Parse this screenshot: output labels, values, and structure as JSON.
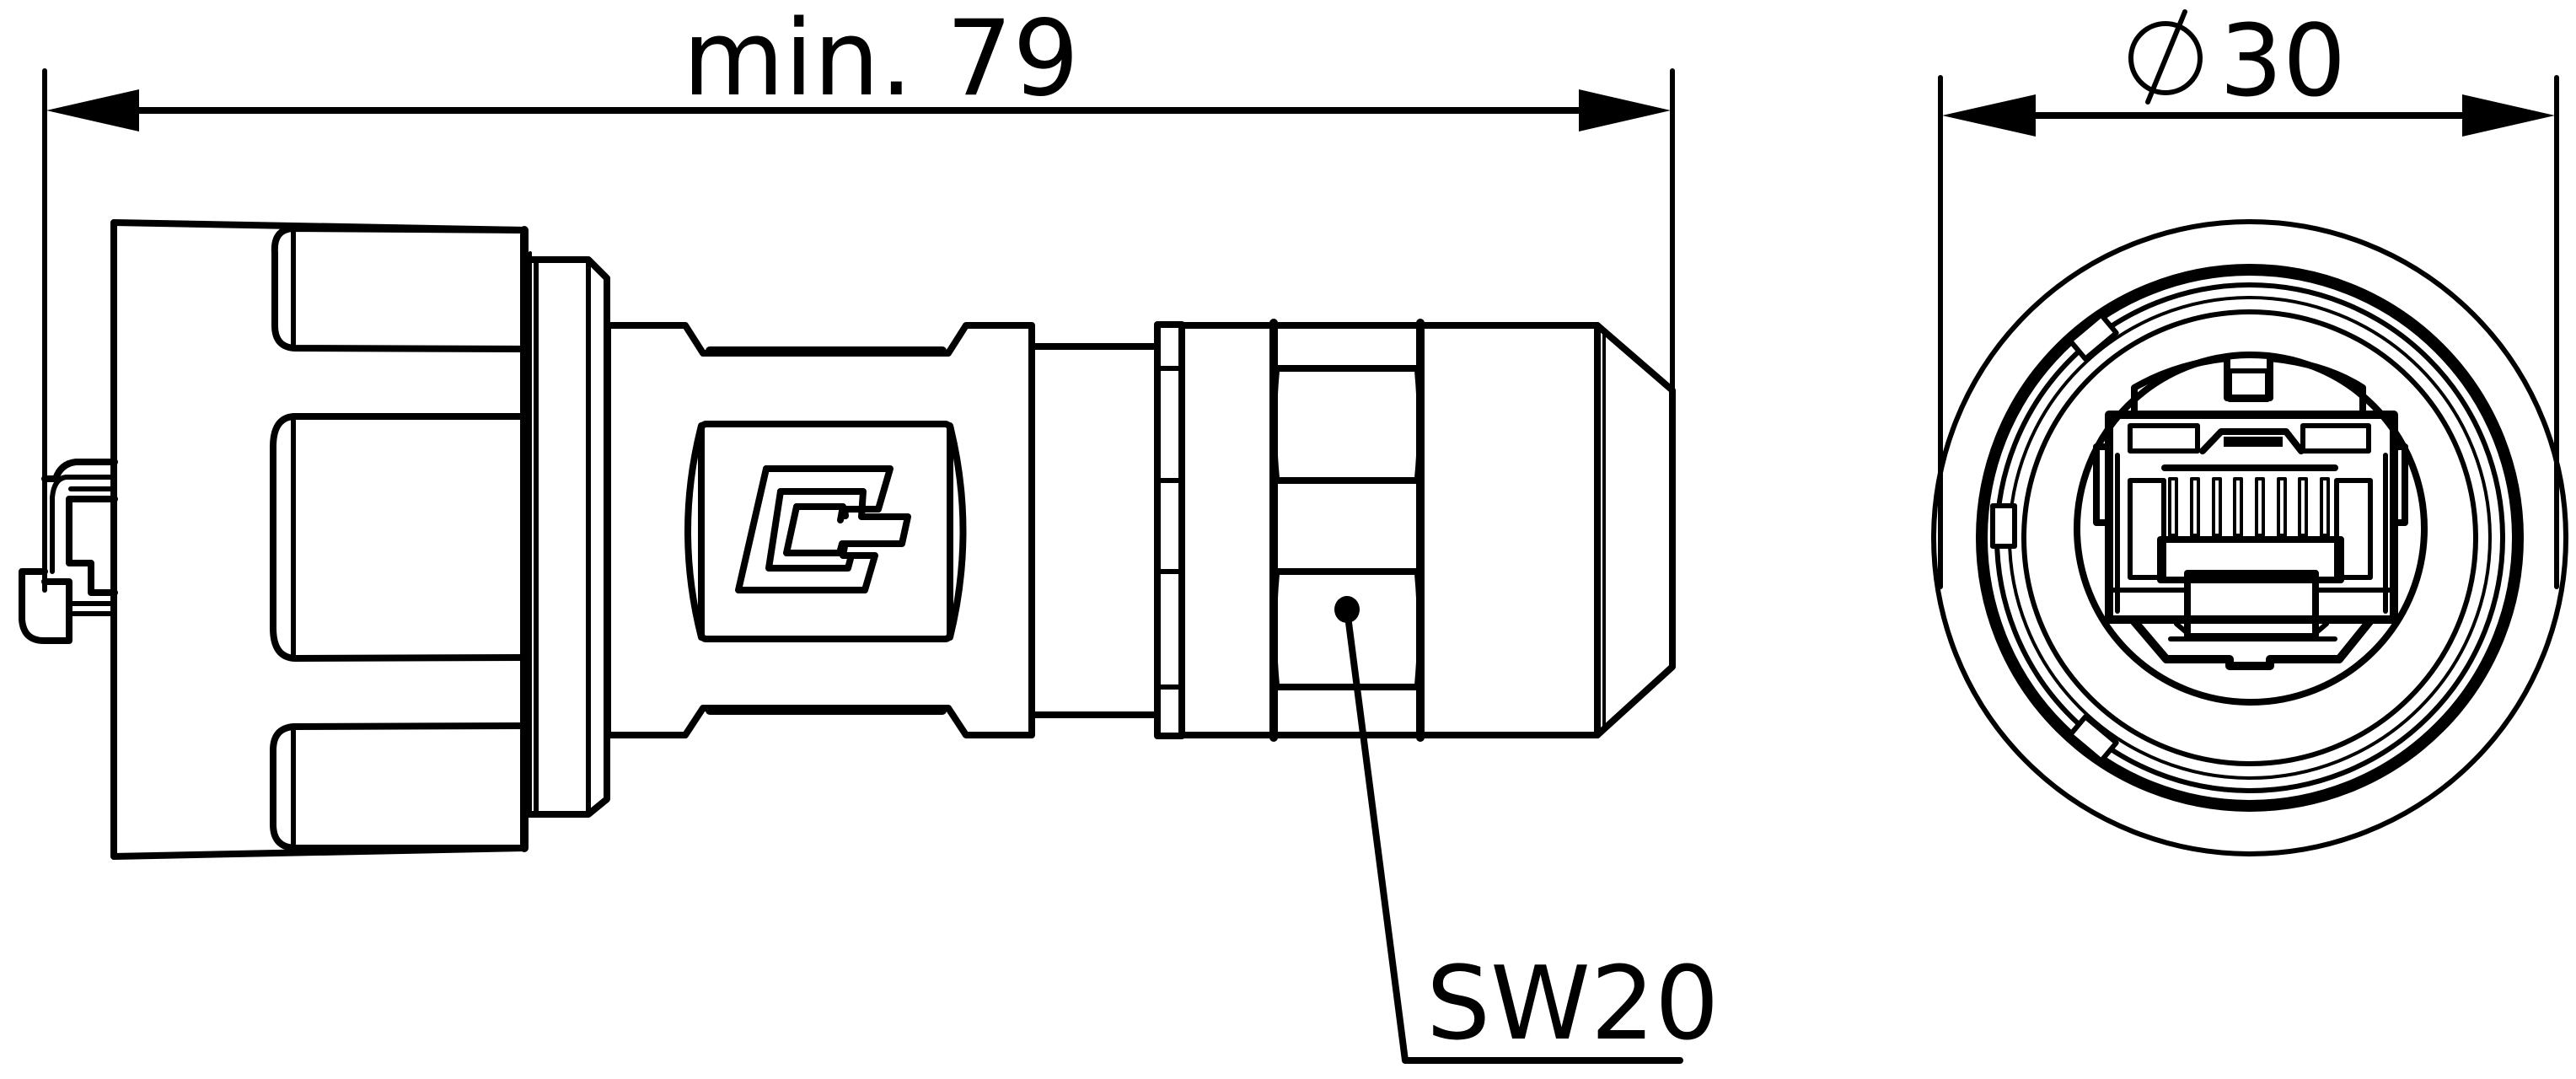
{
  "drawing": {
    "type": "technical-dimension-drawing",
    "subject": "RJ45 field connector plug (side view and front end view)",
    "colors": {
      "line": "#000000",
      "background": "#ffffff"
    }
  },
  "dimensions": {
    "length_label": "min. 79",
    "diameter_symbol": "Ø",
    "diameter_value": "30",
    "wrench_size_label": "SW20"
  },
  "views": {
    "side_view": {
      "name": "side-view",
      "features": [
        "grip-ribs",
        "collar",
        "logo-plate",
        "shaft",
        "coupling-nut",
        "hex-wrench-flats",
        "chamfered-end",
        "rj45-latch"
      ]
    },
    "end_view": {
      "name": "front-end-view",
      "features": [
        "outer-ring",
        "bayonet-rings",
        "rj45-socket",
        "8-contacts"
      ]
    }
  }
}
